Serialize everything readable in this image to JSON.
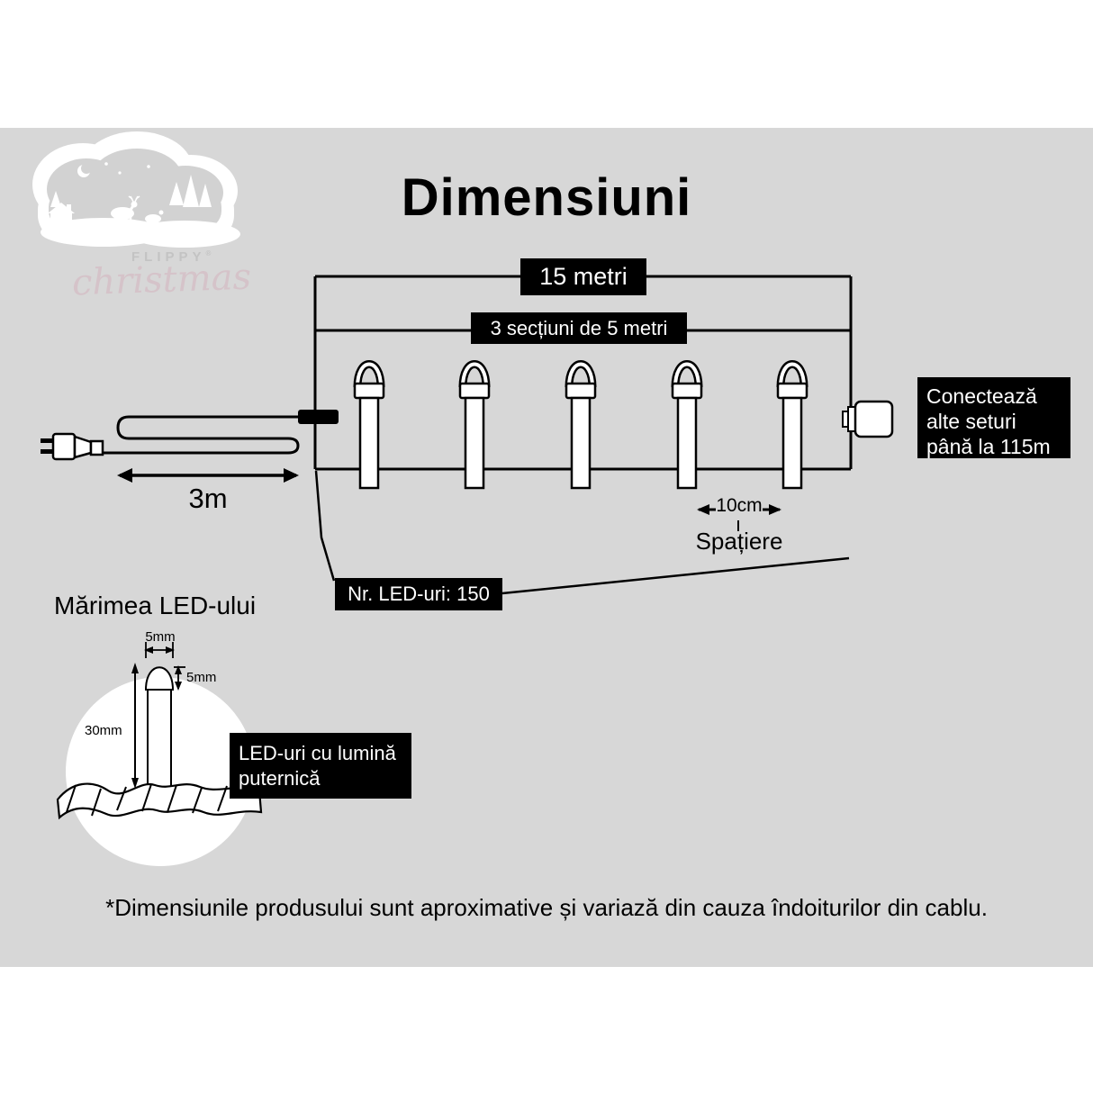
{
  "page": {
    "title": "Dimensiuni",
    "disclaimer": "*Dimensiunile produsului sunt aproximative și variază din cauza îndoiturilor din cablu."
  },
  "logo": {
    "brand": "FLIPPY",
    "mark": "®",
    "script": "christmas"
  },
  "diagram": {
    "total_length": "15 metri",
    "sections_label": "3 secțiuni de 5 metri",
    "connect_note": "Conectează alte seturi până la 115m",
    "lead_length": "3m",
    "spacing_value": "10cm",
    "spacing_label": "Spațiere",
    "led_count": "Nr. LED-uri: 150"
  },
  "led_size": {
    "heading": "Mărimea LED-ului",
    "width_label": "5mm",
    "lens_label": "5mm",
    "height_label": "30mm",
    "note": "LED-uri cu lumină puternică"
  },
  "colors": {
    "background": "#d7d7d7",
    "label_bg": "#000000",
    "label_text": "#ffffff"
  }
}
